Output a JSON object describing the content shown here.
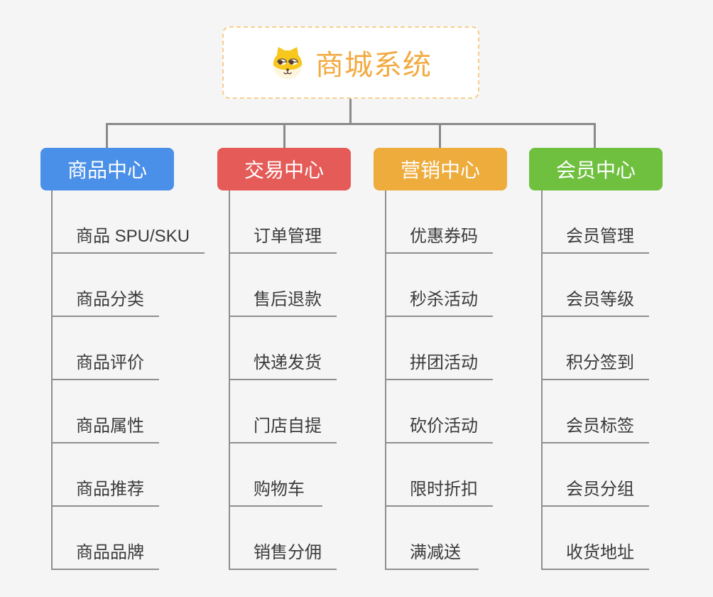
{
  "root": {
    "title": "商城系统",
    "icon": "dog-face-icon"
  },
  "branches": [
    {
      "id": "product-center",
      "label": "商品中心",
      "color": "#4A90E8",
      "items": [
        "商品 SPU/SKU",
        "商品分类",
        "商品评价",
        "商品属性",
        "商品推荐",
        "商品品牌"
      ]
    },
    {
      "id": "trade-center",
      "label": "交易中心",
      "color": "#E45B57",
      "items": [
        "订单管理",
        "售后退款",
        "快递发货",
        "门店自提",
        "购物车",
        "销售分佣"
      ]
    },
    {
      "id": "marketing-center",
      "label": "营销中心",
      "color": "#EDAC3C",
      "items": [
        "优惠券码",
        "秒杀活动",
        "拼团活动",
        "砍价活动",
        "限时折扣",
        "满减送"
      ]
    },
    {
      "id": "member-center",
      "label": "会员中心",
      "color": "#70C040",
      "items": [
        "会员管理",
        "会员等级",
        "积分签到",
        "会员标签",
        "会员分组",
        "收货地址"
      ]
    }
  ],
  "colors": {
    "background": "#F5F5F5",
    "connector": "#8A8A8A",
    "leaf_underline": "#8F8F8F",
    "leaf_text": "#3B3B3B",
    "root_title": "#F2AA40",
    "root_border": "#F6CE8D",
    "root_background": "#FFFFFF"
  }
}
